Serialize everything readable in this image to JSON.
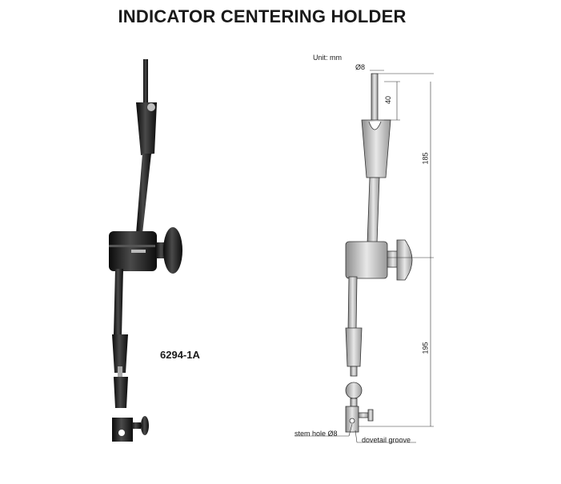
{
  "title": "INDICATOR CENTERING HOLDER",
  "model": "6294-1A",
  "drawing": {
    "unit": "Unit: mm",
    "rod_diameter": "Ø8",
    "dim_top": "40",
    "dim_upper": "185",
    "dim_lower": "195",
    "stem_hole": "stem hole Ø8",
    "dovetail": "dovetail groove"
  }
}
